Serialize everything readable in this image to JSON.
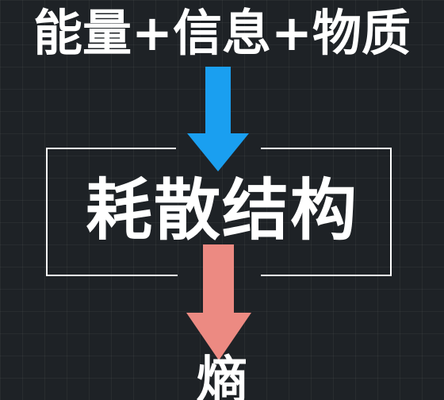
{
  "top_label": "能量+信息+物质",
  "center_label": "耗散结构",
  "bottom_label": "熵",
  "colors": {
    "background": "#1e2226",
    "text": "#ffffff",
    "input_arrow": "#1a9ff0",
    "output_arrow": "#ec8a82",
    "frame": "#ffffff"
  }
}
